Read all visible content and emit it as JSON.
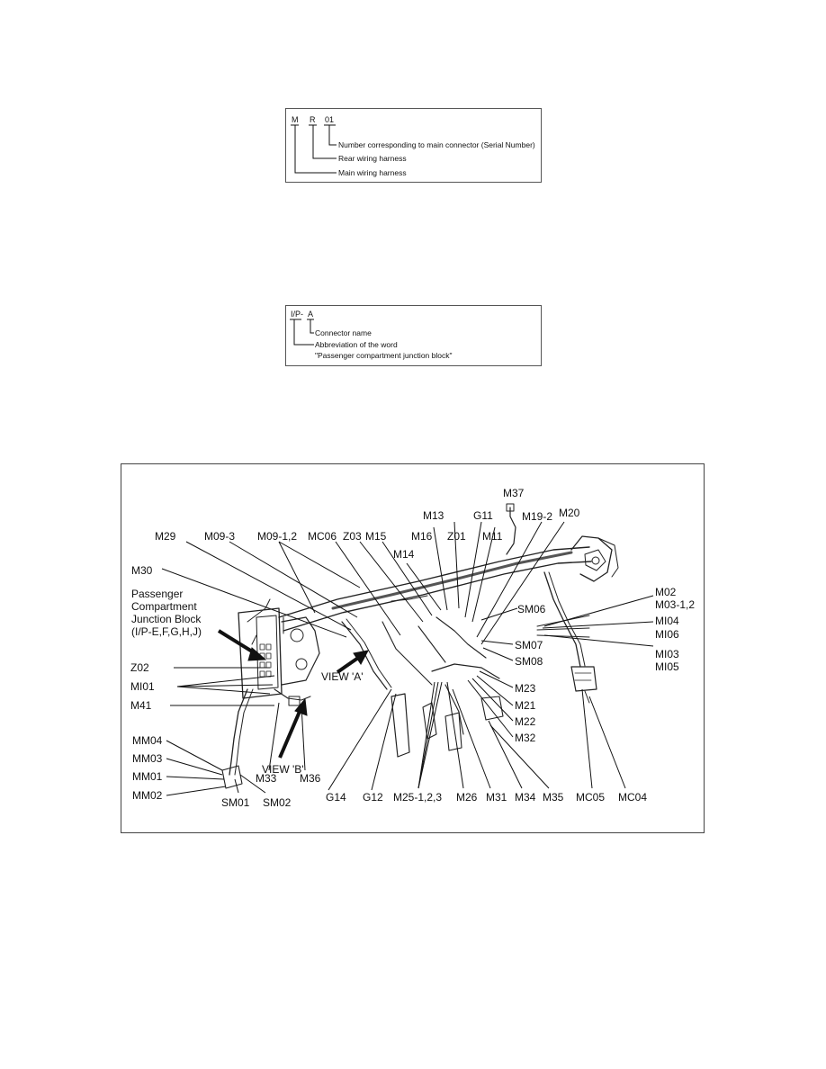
{
  "legend1": {
    "code_parts": [
      "M",
      "R",
      "01"
    ],
    "lines": [
      "Number corresponding to main connector (Serial Number)",
      "Rear wiring harness",
      "Main wiring harness"
    ]
  },
  "legend2": {
    "code_parts": [
      "I/P-",
      "A"
    ],
    "lines": [
      "Connector name",
      "Abbreviation of the word",
      "\"Passenger compartment junction block\""
    ]
  },
  "diagram": {
    "labels": {
      "m37": "M37",
      "m13": "M13",
      "g11": "G11",
      "m19_2": "M19-2",
      "m20": "M20",
      "m29": "M29",
      "m09_3": "M09-3",
      "m09_12": "M09-1,2",
      "mc06": "MC06",
      "z03": "Z03",
      "m15": "M15",
      "m16": "M16",
      "z01": "Z01",
      "m11": "M11",
      "m14": "M14",
      "m30": "M30",
      "pcjb_1": "Passenger",
      "pcjb_2": "Compartment",
      "pcjb_3": "Junction Block",
      "pcjb_4": "(I/P-E,F,G,H,J)",
      "z02": "Z02",
      "mi01": "MI01",
      "m41": "M41",
      "mm04": "MM04",
      "mm03": "MM03",
      "mm01": "MM01",
      "mm02": "MM02",
      "sm01": "SM01",
      "sm02": "SM02",
      "m33": "M33",
      "m36": "M36",
      "view_b": "VIEW 'B'",
      "view_a": "VIEW 'A'",
      "g14": "G14",
      "g12": "G12",
      "m25": "M25-1,2,3",
      "m26": "M26",
      "m31": "M31",
      "m34": "M34",
      "m35": "M35",
      "mc05": "MC05",
      "mc04": "MC04",
      "sm06": "SM06",
      "sm07": "SM07",
      "sm08": "SM08",
      "m23": "M23",
      "m21": "M21",
      "m22": "M22",
      "m32": "M32",
      "m02": "M02",
      "m03_12": "M03-1,2",
      "mi04": "MI04",
      "mi06": "MI06",
      "mi03": "MI03",
      "mi05": "MI05"
    }
  }
}
